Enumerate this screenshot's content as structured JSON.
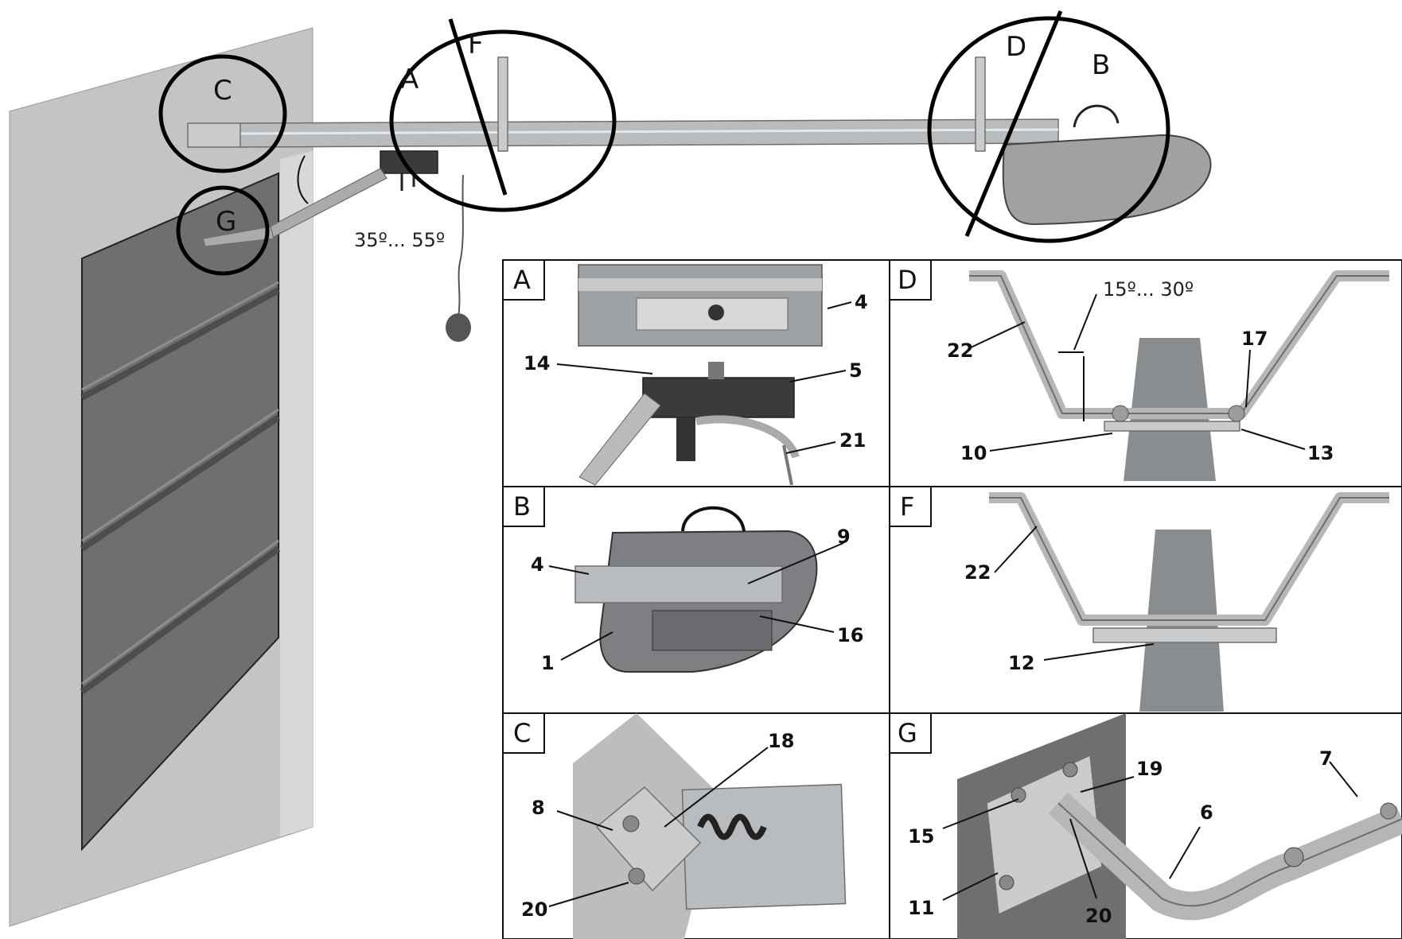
{
  "callouts": [
    "C",
    "A",
    "F",
    "D",
    "B",
    "G"
  ],
  "angle_main": "35º... 55º",
  "angle_d": "15º... 30º",
  "panels": {
    "A": {
      "letter": "A",
      "labels": [
        "4",
        "14",
        "5",
        "21"
      ]
    },
    "D": {
      "letter": "D",
      "labels": [
        "22",
        "17",
        "10",
        "13"
      ]
    },
    "B": {
      "letter": "B",
      "labels": [
        "9",
        "4",
        "16",
        "1"
      ]
    },
    "F": {
      "letter": "F",
      "labels": [
        "22",
        "12"
      ]
    },
    "C": {
      "letter": "C",
      "labels": [
        "18",
        "8",
        "20"
      ]
    },
    "G": {
      "letter": "G",
      "labels": [
        "19",
        "7",
        "6",
        "15",
        "11",
        "20"
      ]
    }
  },
  "colors": {
    "wall": "#c8c8c8",
    "door": "#6e6e6e",
    "rail": "#b9bcbf",
    "line": "#111111"
  }
}
